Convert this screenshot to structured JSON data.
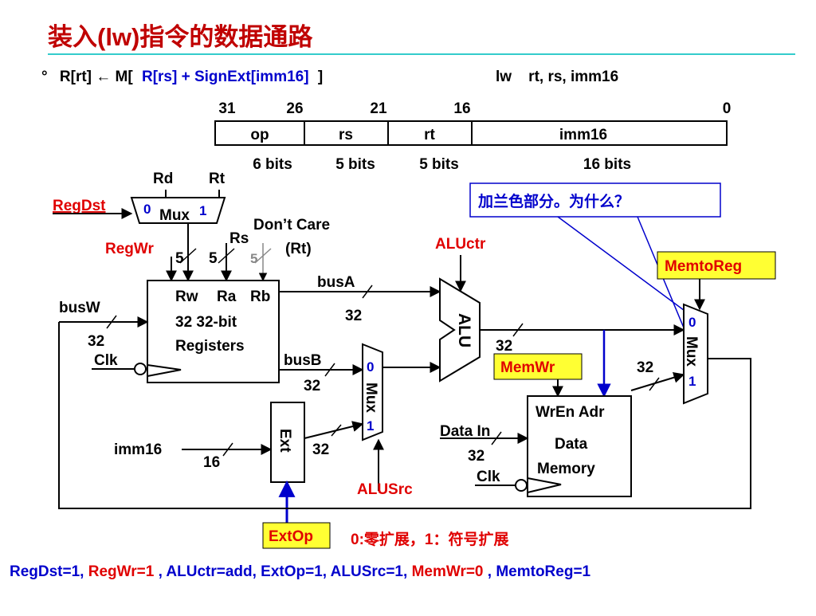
{
  "title": "装入(lw)指令的数据通路",
  "rtl": {
    "bullet": "°",
    "lhs": "R[rt] ← M[",
    "blue": "R[rs] + SignExt[imm16]",
    "end": "]",
    "instr": "lw    rt, rs, imm16"
  },
  "format": {
    "bits": [
      "31",
      "26",
      "21",
      "16",
      "0"
    ],
    "fields": [
      "op",
      "rs",
      "rt",
      "imm16"
    ],
    "widths": [
      "6 bits",
      "5 bits",
      "5 bits",
      "16 bits"
    ]
  },
  "note": "加兰色部分。为什么？",
  "labels": {
    "rd": "Rd",
    "rt": "Rt",
    "rs": "Rs",
    "regdst": "RegDst",
    "mux": "Mux",
    "zero": "0",
    "one": "1",
    "dont_care": "Don’t Care",
    "rt_paren": "(Rt)",
    "regwr": "RegWr",
    "five": "5",
    "rw": "Rw",
    "ra": "Ra",
    "rb": "Rb",
    "reg_line1": "32 32-bit",
    "reg_line2": "Registers",
    "busw": "busW",
    "busa": "busA",
    "busb": "busB",
    "clk": "Clk",
    "thirty_two": "32",
    "sixteen": "16",
    "aluctr": "ALUctr",
    "alu": "ALU",
    "memtoreg": "MemtoReg",
    "memwr": "MemWr",
    "wren_adr": "WrEn Adr",
    "data_in": "Data In",
    "dm_line1": "Data",
    "dm_line2": "Memory",
    "imm16": "imm16",
    "ext": "Ext",
    "alusrc": "ALUSrc",
    "extop": "ExtOp",
    "ext_note": "0:零扩展，1：符号扩展"
  },
  "controls": [
    {
      "text": "RegDst=1, ",
      "color": "#0000cc"
    },
    {
      "text": "RegWr=1",
      "color": "#e00000"
    },
    {
      "text": ", ALUctr=add, ExtOp=1, ALUSrc=1, ",
      "color": "#0000cc"
    },
    {
      "text": "MemWr=0",
      "color": "#e00000"
    },
    {
      "text": ", MemtoReg=1",
      "color": "#0000cc"
    }
  ],
  "colors": {
    "title": "#c00000",
    "blue": "#0000cc",
    "red": "#e00000",
    "highlight": "#ffff33",
    "rule": "#33cccc"
  }
}
